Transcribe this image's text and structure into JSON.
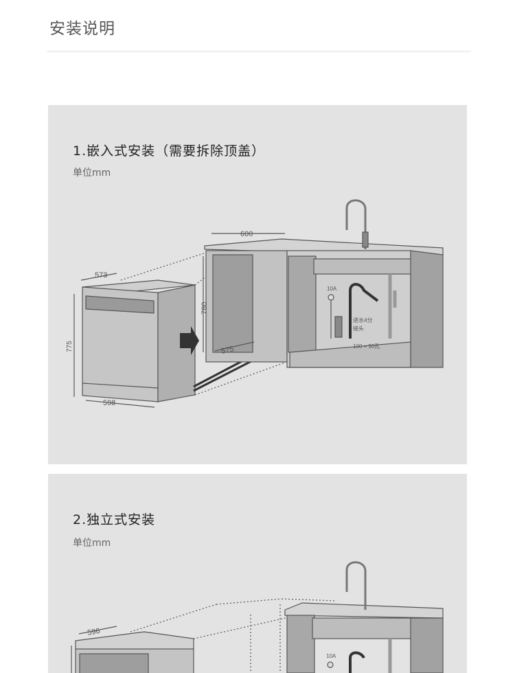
{
  "page_title": "安装说明",
  "sections": [
    {
      "heading": "1.嵌入式安装（需要拆除顶盖）",
      "unit": "单位mm",
      "dims": {
        "depth": "573",
        "height": "775",
        "width": "598",
        "cabinet_width": "600",
        "cabinet_height": "780",
        "cabinet_depth": "575"
      },
      "labels": {
        "socket": "10A",
        "inlet_line1": "进水4分",
        "inlet_line2": "接头",
        "hole": "100 × 50孔"
      }
    },
    {
      "heading": "2.独立式安装",
      "unit": "单位mm",
      "dims": {
        "depth": "596"
      },
      "labels": {
        "socket": "10A"
      }
    }
  ]
}
